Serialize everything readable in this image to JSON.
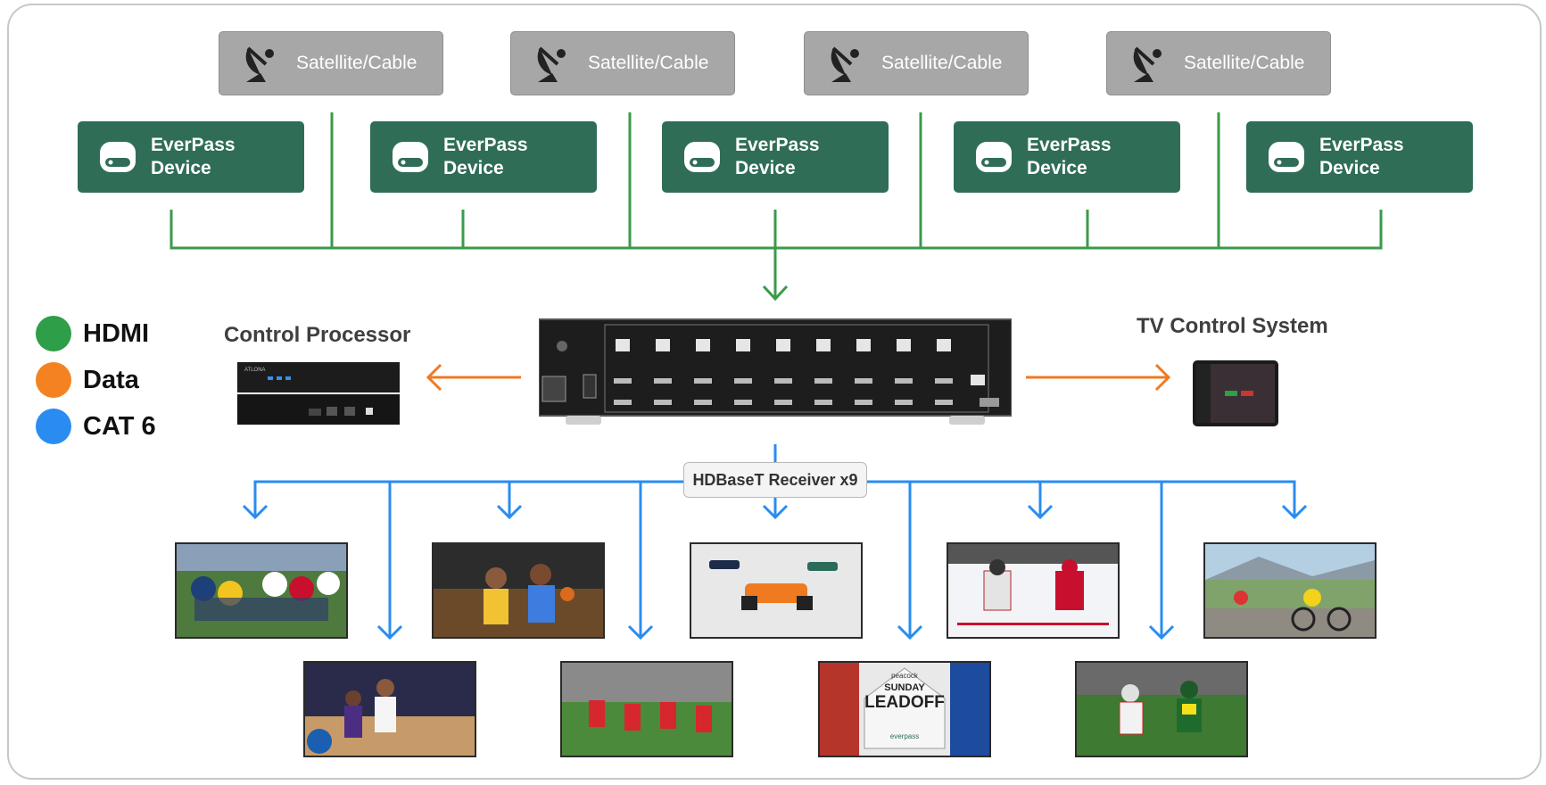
{
  "sources": [
    {
      "label": "Satellite/Cable",
      "icon": "satellite-dish-icon"
    },
    {
      "label": "Satellite/Cable",
      "icon": "satellite-dish-icon"
    },
    {
      "label": "Satellite/Cable",
      "icon": "satellite-dish-icon"
    },
    {
      "label": "Satellite/Cable",
      "icon": "satellite-dish-icon"
    }
  ],
  "devices": [
    {
      "line1": "EverPass",
      "line2": "Device",
      "icon": "receiver-box-icon"
    },
    {
      "line1": "EverPass",
      "line2": "Device",
      "icon": "receiver-box-icon"
    },
    {
      "line1": "EverPass",
      "line2": "Device",
      "icon": "receiver-box-icon"
    },
    {
      "line1": "EverPass",
      "line2": "Device",
      "icon": "receiver-box-icon"
    },
    {
      "line1": "EverPass",
      "line2": "Device",
      "icon": "receiver-box-icon"
    }
  ],
  "legend": [
    {
      "label": "HDMI",
      "color": "#2e9e48"
    },
    {
      "label": "Data",
      "color": "#f58220"
    },
    {
      "label": "CAT 6",
      "color": "#2a8cf0"
    }
  ],
  "control_processor": {
    "title": "Control Processor"
  },
  "tv_control": {
    "title": "TV Control System"
  },
  "receiver": {
    "label": "HDBaseT Receiver x9"
  },
  "colors": {
    "hdmi": "#3a9a4a",
    "data": "#f07a22",
    "cat6": "#2a8cf0",
    "device_bg": "#2f6d57",
    "source_bg": "#a7a7a7"
  },
  "screens": [
    {
      "name": "screen-football",
      "content": "American football"
    },
    {
      "name": "screen-basketball",
      "content": "Basketball"
    },
    {
      "name": "screen-racing",
      "content": "Formula racing"
    },
    {
      "name": "screen-hockey",
      "content": "Ice hockey"
    },
    {
      "name": "screen-cycling",
      "content": "Cycling"
    },
    {
      "name": "screen-womens-basketball",
      "content": "Women's basketball"
    },
    {
      "name": "screen-soccer",
      "content": "Soccer"
    },
    {
      "name": "screen-baseball",
      "content": "Baseball"
    },
    {
      "name": "screen-college-football",
      "content": "College football"
    }
  ],
  "baseball_screen": {
    "brand": "peacock",
    "line1": "SUNDAY",
    "line2": "LEADOFF",
    "sponsor": "everpass"
  }
}
